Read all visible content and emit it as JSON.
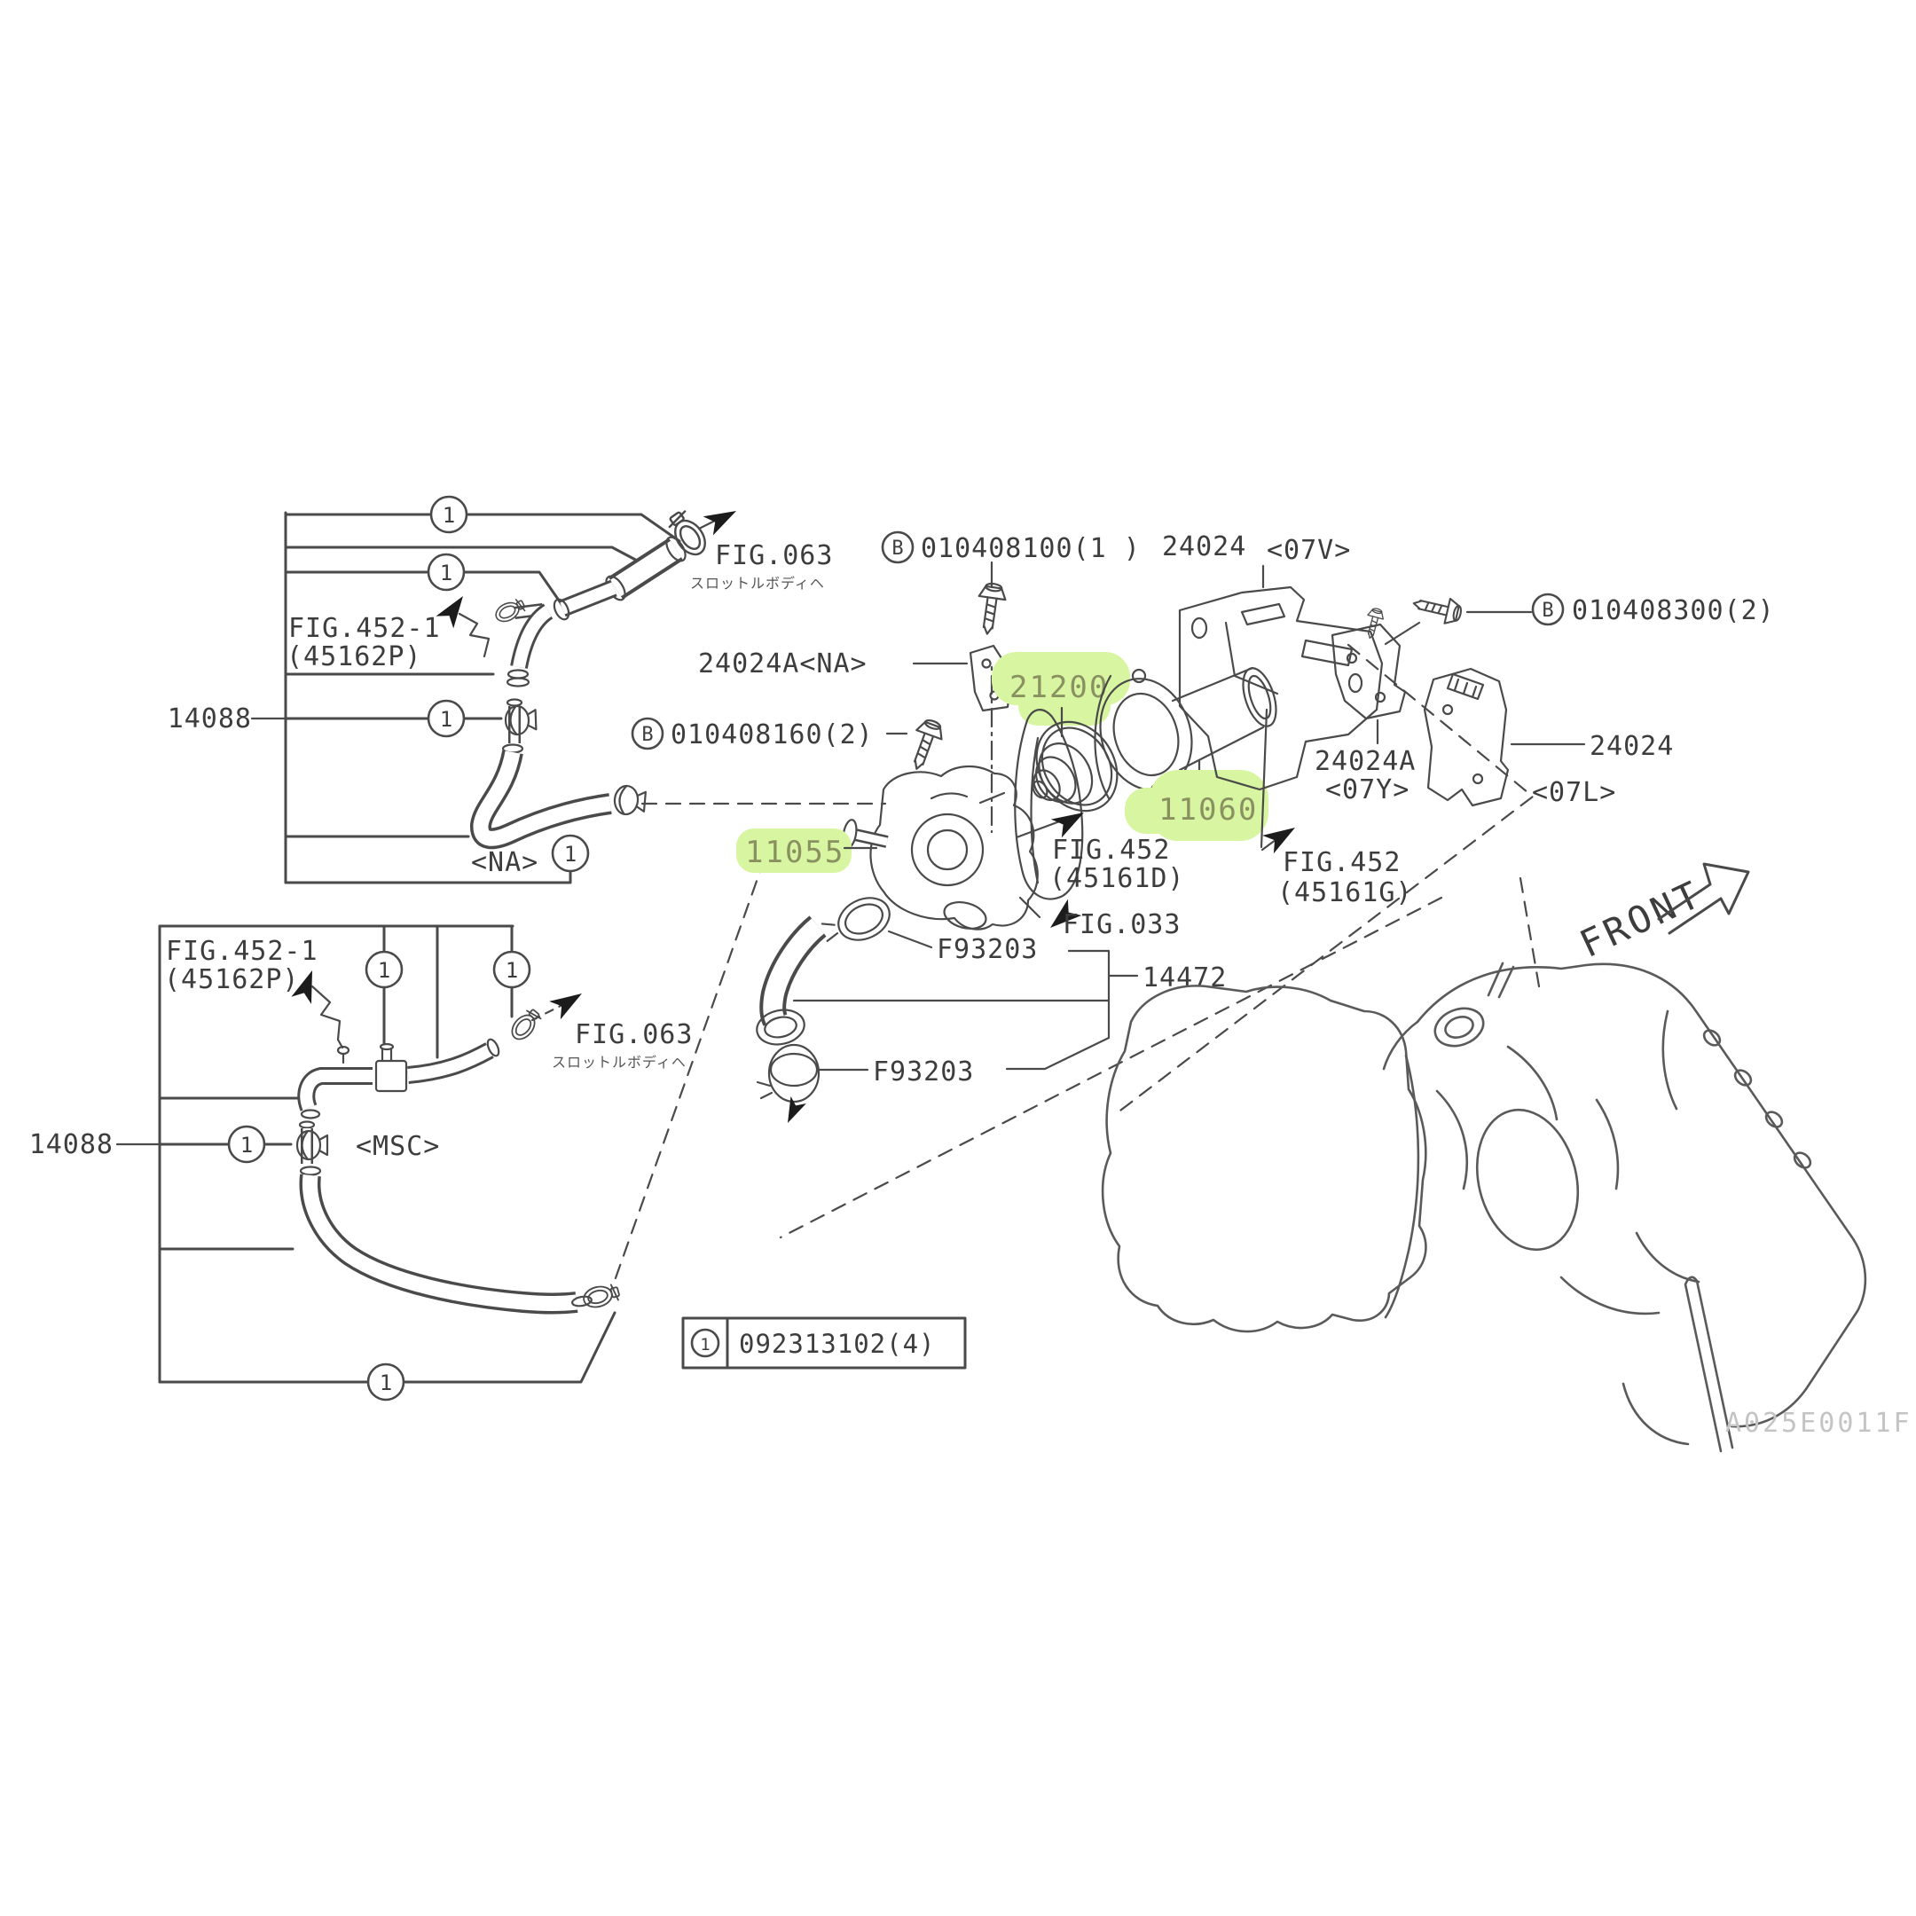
{
  "palette": {
    "highlight": "#d8f6a1",
    "line": "#4a4a4a",
    "text": "#3d3d3d"
  },
  "markers": {
    "clip": "1",
    "bolt": "B"
  },
  "parts": {
    "p14088_na": "14088",
    "p14088_msc": "14088",
    "p21200": "21200",
    "p11060": "11060",
    "p11055": "11055",
    "p14472": "14472",
    "f93203_a": "F93203",
    "f93203_b": "F93203",
    "p24024_07v": "24024",
    "tag_07v": "<07V>",
    "p24024a_na": "24024A<NA>",
    "p24024a_07y": "24024A",
    "tag_07y": "<07Y>",
    "p24024_07l": "24024",
    "tag_07l": "<07L>",
    "bolt1": "010408100(1 )",
    "bolt2": "010408160(2)",
    "bolt3": "010408300(2)"
  },
  "figures": {
    "fig063_na": "FIG.063",
    "fig063_na_jp": "スロットルボディヘ",
    "fig063_msc": "FIG.063",
    "fig063_msc_jp": "スロットルボディヘ",
    "fig452_1_na": "FIG.452-1",
    "fig452_1_na_sub": "(45162P)",
    "fig452_1_msc": "FIG.452-1",
    "fig452_1_msc_sub": "(45162P)",
    "fig452_d": "FIG.452",
    "fig452_d_sub": "(45161D)",
    "fig452_g": "FIG.452",
    "fig452_g_sub": "(45161G)",
    "fig033": "FIG.033"
  },
  "tags": {
    "na": "<NA>",
    "msc": "<MSC>",
    "front": "FRONT"
  },
  "legend": {
    "symbol": "1",
    "code": "092313102(4)"
  },
  "watermark": "A025E0011F"
}
